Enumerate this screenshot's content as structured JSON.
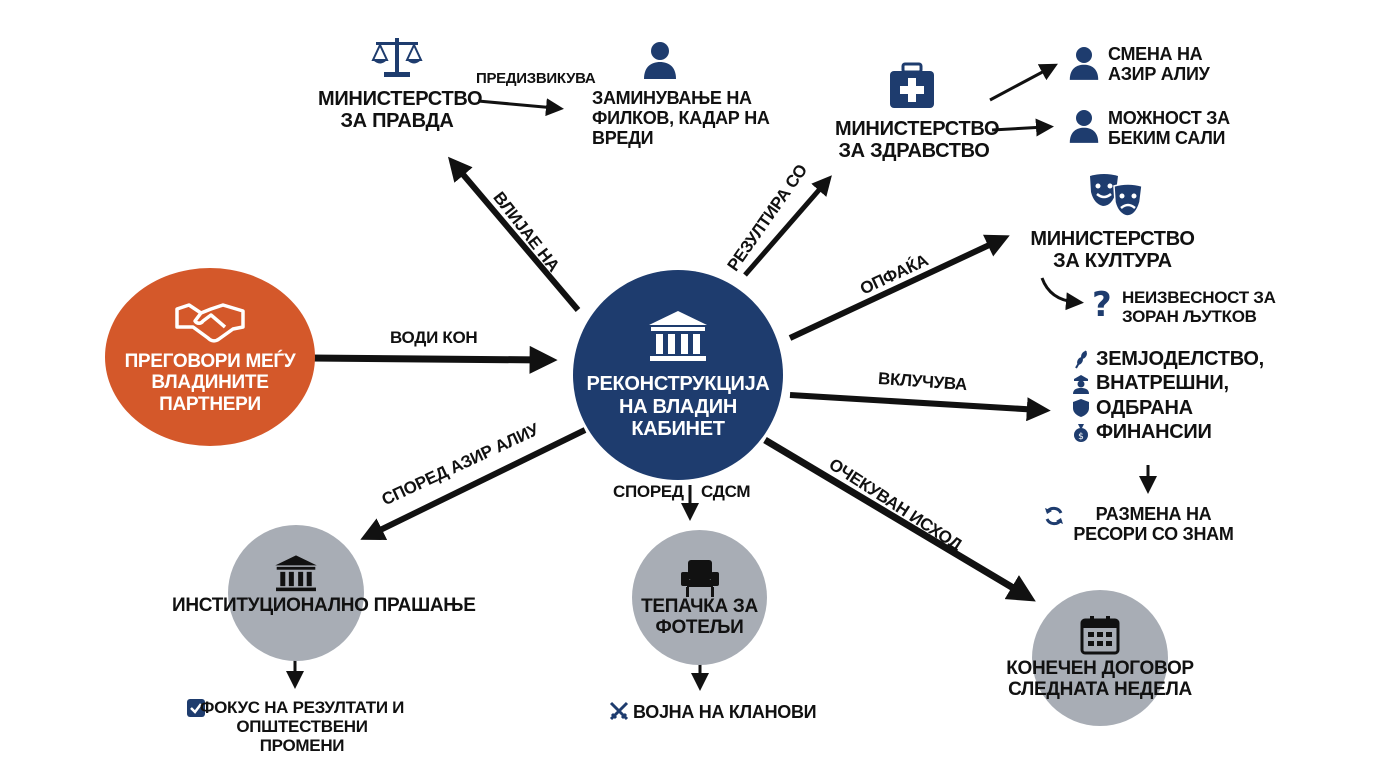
{
  "colors": {
    "navy": "#1e3c6e",
    "orange": "#d4582a",
    "grey": "#a8adb5",
    "black": "#111111"
  },
  "center": {
    "label": "РЕКОНСТРУКЦИЈА НА ВЛАДИН КАБИНЕТ",
    "icon": "government-building-icon"
  },
  "negotiations": {
    "label": "ПРЕГОВОРИ МЕЃУ ВЛАДИНИТЕ ПАРТНЕРИ",
    "icon": "handshake-icon"
  },
  "justice": {
    "label": "МИНИСТЕРСТВО ЗА ПРАВДА",
    "icon": "scales-icon",
    "edge": "ПРЕДИЗВИКУВА",
    "effect": "ЗАМИНУВАЊЕ НА ФИЛКОВ, КАДАР НА ВРЕДИ"
  },
  "health": {
    "label": "МИНИСТЕРСТВО ЗА ЗДРАВСТВО",
    "icon": "medical-kit-icon",
    "options": [
      "СМЕНА НА АЗИР АЛИУ",
      "МОЖНОСТ ЗА БЕКИМ САЛИ"
    ]
  },
  "culture": {
    "label": "МИНИСТЕРСТВО ЗА КУЛТУРА",
    "icon": "theater-masks-icon",
    "note": "НЕИЗВЕСНОСТ ЗА ЗОРАН ЉУТКОВ"
  },
  "resorts": {
    "items": [
      "ЗЕМЈОДЕЛСТВО,",
      "ВНАТРЕШНИ,",
      "ОДБРАНА",
      "ФИНАНСИИ"
    ],
    "outcome": "РАЗМЕНА НА РЕСОРИ СО ЗНАМ"
  },
  "institutional": {
    "label": "ИНСТИТУЦИОНАЛНО ПРАШАЊЕ",
    "focus": "ФОКУС НА РЕЗУЛТАТИ И ОПШТЕСТВЕНИ ПРОМЕНИ"
  },
  "seats": {
    "label": "ТЕПАЧКА ЗА ФОТЕЉИ",
    "war": "ВОЈНА НА КЛАНОВИ"
  },
  "final": {
    "label": "КОНЕЧЕН ДОГОВОР СЛЕДНАТА НЕДЕЛА"
  },
  "edges": {
    "leads_to": "ВОДИ КОН",
    "affects": "ВЛИЈАЕ НА",
    "results_in": "РЕЗУЛТИРА СО",
    "covers": "ОПФАЌА",
    "includes": "ВКЛУЧУВА",
    "per_aliu": "СПОРЕД АЗИР АЛИУ",
    "per_sdsm": "СПОРЕД",
    "sdsm": "СДСМ",
    "expected": "ОЧЕКУВАН ИСХОД"
  }
}
